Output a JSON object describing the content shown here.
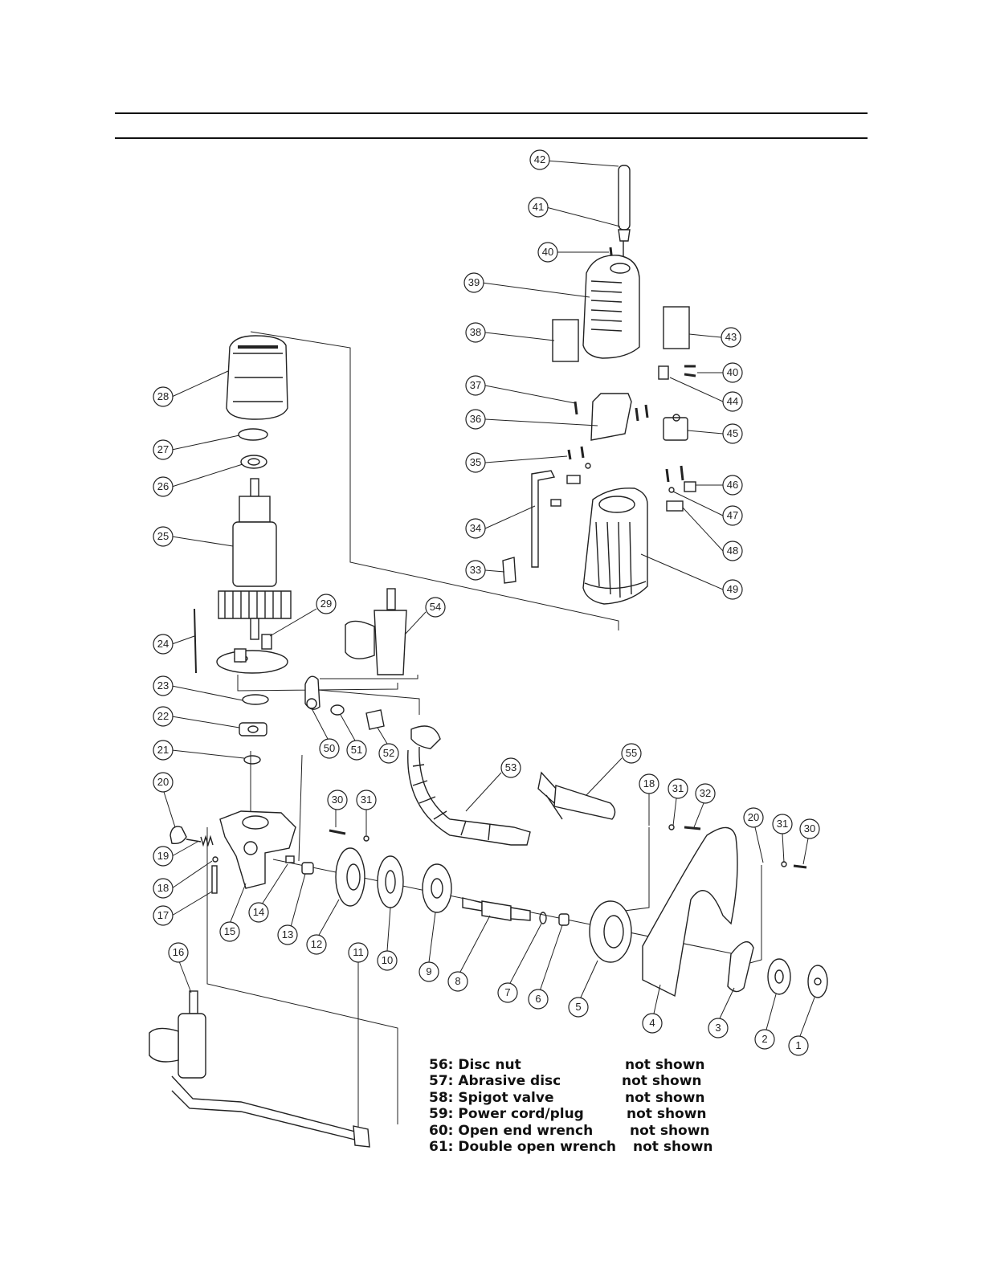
{
  "parts_not_shown": [
    {
      "label": "56: Disc nut",
      "status": "not shown"
    },
    {
      "label": "57: Abrasive disc",
      "status": "not  shown"
    },
    {
      "label": "58: Spigot valve",
      "status": "not shown"
    },
    {
      "label": "59: Power cord/plug",
      "status": "not shown"
    },
    {
      "label": "60: Open end wrench",
      "status": "not shown"
    },
    {
      "label": "61: Double open wrench",
      "status": "not shown"
    }
  ],
  "callouts": [
    "1",
    "2",
    "3",
    "4",
    "5",
    "6",
    "7",
    "8",
    "9",
    "10",
    "11",
    "12",
    "13",
    "14",
    "15",
    "16",
    "17",
    "18",
    "19",
    "20",
    "21",
    "22",
    "23",
    "24",
    "25",
    "26",
    "27",
    "28",
    "29",
    "30",
    "31",
    "32",
    "33",
    "34",
    "35",
    "36",
    "37",
    "38",
    "39",
    "40",
    "41",
    "42",
    "43",
    "44",
    "45",
    "46",
    "47",
    "48",
    "49",
    "50",
    "51",
    "52",
    "53",
    "54",
    "55"
  ]
}
